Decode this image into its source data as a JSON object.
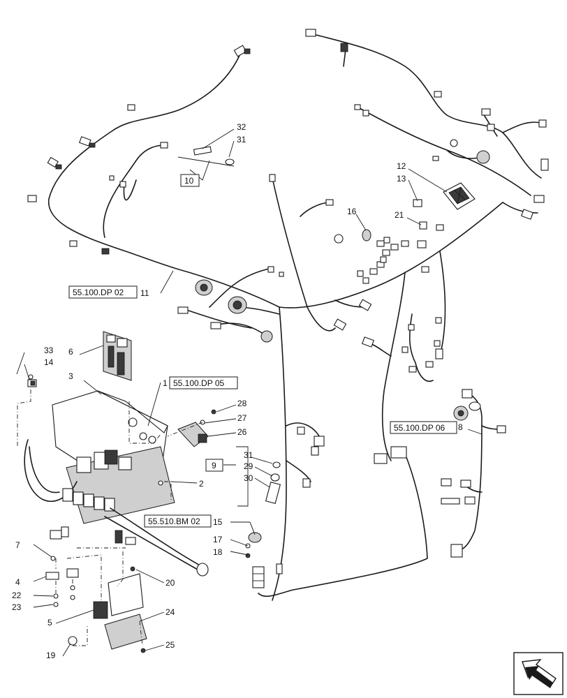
{
  "callouts": [
    {
      "id": "c1",
      "text": "1"
    },
    {
      "id": "c2",
      "text": "2"
    },
    {
      "id": "c3",
      "text": "3"
    },
    {
      "id": "c4",
      "text": "4"
    },
    {
      "id": "c5",
      "text": "5"
    },
    {
      "id": "c6",
      "text": "6"
    },
    {
      "id": "c7",
      "text": "7"
    },
    {
      "id": "c8",
      "text": "8"
    },
    {
      "id": "c9",
      "text": "9"
    },
    {
      "id": "c10",
      "text": "10"
    },
    {
      "id": "c11",
      "text": "11"
    },
    {
      "id": "c12",
      "text": "12"
    },
    {
      "id": "c13",
      "text": "13"
    },
    {
      "id": "c14",
      "text": "14"
    },
    {
      "id": "c15",
      "text": "15"
    },
    {
      "id": "c16",
      "text": "16"
    },
    {
      "id": "c17",
      "text": "17"
    },
    {
      "id": "c18",
      "text": "18"
    },
    {
      "id": "c19",
      "text": "19"
    },
    {
      "id": "c20",
      "text": "20"
    },
    {
      "id": "c21",
      "text": "21"
    },
    {
      "id": "c22",
      "text": "22"
    },
    {
      "id": "c23",
      "text": "23"
    },
    {
      "id": "c24",
      "text": "24"
    },
    {
      "id": "c25",
      "text": "25"
    },
    {
      "id": "c26",
      "text": "26"
    },
    {
      "id": "c27",
      "text": "27"
    },
    {
      "id": "c28",
      "text": "28"
    },
    {
      "id": "c29",
      "text": "29"
    },
    {
      "id": "c30",
      "text": "30"
    },
    {
      "id": "c31a",
      "text": "31"
    },
    {
      "id": "c31b",
      "text": "31"
    },
    {
      "id": "c32",
      "text": "32"
    },
    {
      "id": "c33",
      "text": "33"
    }
  ],
  "references": {
    "dp02": "55.100.DP 02",
    "dp05": "55.100.DP 05",
    "dp06": "55.100.DP 06",
    "bm02": "55.510.BM 02"
  },
  "group_boxes": {
    "g9": "9",
    "g10": "10"
  },
  "icons": {
    "navigation": "next-page-arrow-icon"
  }
}
